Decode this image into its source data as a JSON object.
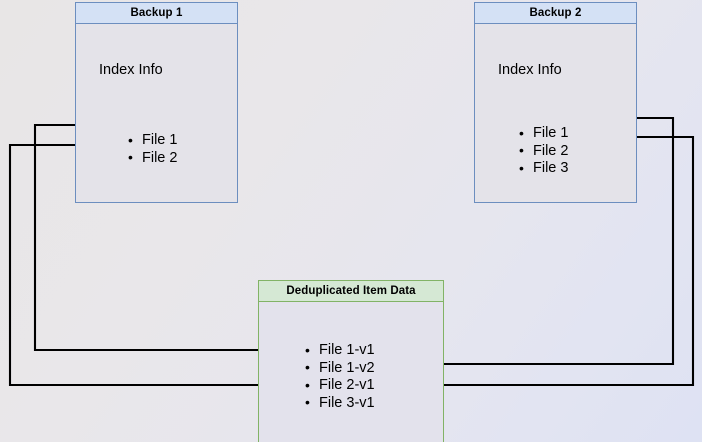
{
  "diagram": {
    "title_semantic": "backup-deduplication-diagram",
    "colors": {
      "blue_border": "#6c8ebf",
      "blue_header_fill": "#d4e1f5",
      "green_border": "#82b366",
      "green_header_fill": "#d5e8d4",
      "body_fill": "#e4e3e9",
      "connector": "#000000"
    }
  },
  "backup1": {
    "header": "Backup 1",
    "index_label": "Index Info",
    "files": [
      {
        "label": "File 1"
      },
      {
        "label": "File 2"
      }
    ]
  },
  "backup2": {
    "header": "Backup 2",
    "index_label": "Index Info",
    "files": [
      {
        "label": "File 1"
      },
      {
        "label": "File 2"
      },
      {
        "label": "File 3"
      }
    ]
  },
  "dedup": {
    "header": "Deduplicated Item Data",
    "items": [
      {
        "label": "File 1-v1"
      },
      {
        "label": "File 1-v2"
      },
      {
        "label": "File 2-v1"
      },
      {
        "label": "File 3-v1"
      }
    ]
  },
  "connectors": [
    {
      "name": "backup1-file1-to-file1v1",
      "from": "Backup 1 / File 1",
      "to": "Deduplicated Item Data / File 1-v1",
      "direction": "right"
    },
    {
      "name": "backup1-file2-to-file2v1",
      "from": "Backup 1 / File 2",
      "to": "Deduplicated Item Data / File 2-v1",
      "direction": "right"
    },
    {
      "name": "backup2-file1-to-file1v2",
      "from": "Backup 2 / File 1",
      "to": "Deduplicated Item Data / File 1-v2",
      "direction": "left"
    },
    {
      "name": "backup2-file2-to-file2v1",
      "from": "Backup 2 / File 2",
      "to": "Deduplicated Item Data / File 2-v1",
      "direction": "left"
    }
  ]
}
